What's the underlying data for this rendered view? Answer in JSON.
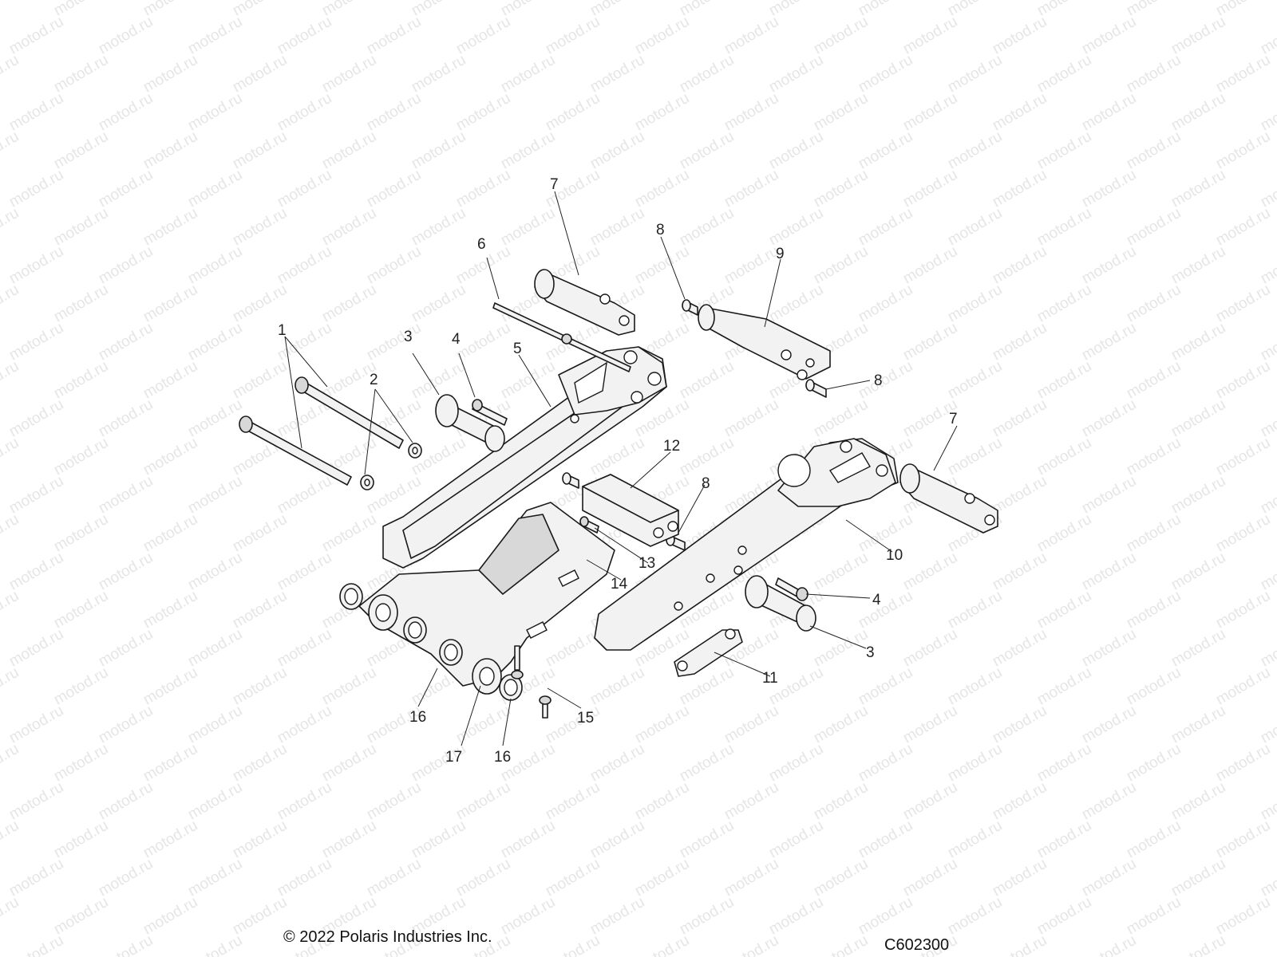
{
  "watermark": "motod.ru",
  "copyright": "© 2022 Polaris Industries Inc.",
  "diagram_code": "C602300",
  "callouts": [
    "1",
    "2",
    "3",
    "4",
    "5",
    "6",
    "7",
    "7",
    "8",
    "8",
    "8",
    "9",
    "10",
    "11",
    "12",
    "13",
    "14",
    "15",
    "16",
    "16",
    "17",
    "3",
    "4"
  ]
}
